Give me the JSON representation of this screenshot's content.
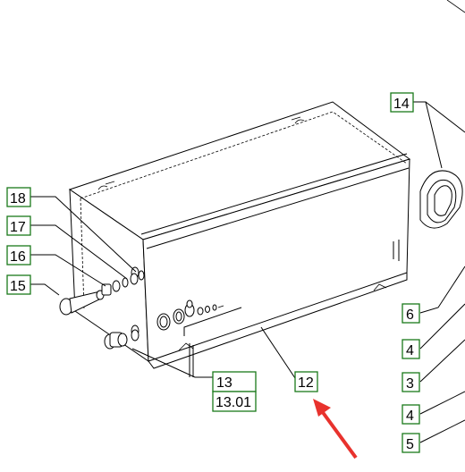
{
  "diagram": {
    "labels": {
      "l18": "18",
      "l17": "17",
      "l16": "16",
      "l15": "15",
      "l14": "14",
      "l13": "13",
      "l13_01": "13.01",
      "l12": "12",
      "l6": "6",
      "l4a": "4",
      "l3": "3",
      "l4b": "4",
      "l5": "5"
    },
    "colors": {
      "label_border": "#1a7a1a",
      "arrow": "#e8322d",
      "line": "#000000"
    }
  }
}
